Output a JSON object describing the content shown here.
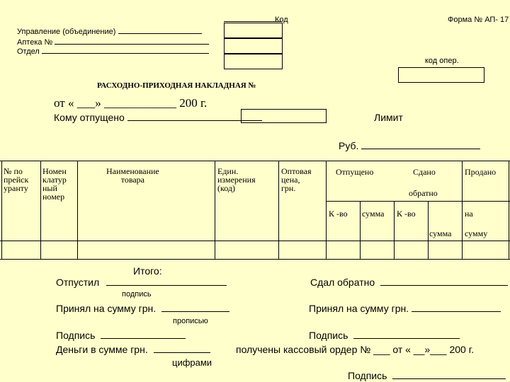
{
  "header": {
    "code_label": "Код",
    "form_label": "Форма № АП- 17",
    "management_label": "Управление (объединение)",
    "pharmacy_label": "Аптека №",
    "department_label": "Отдел",
    "oper_code_label": "код опер."
  },
  "title": {
    "text": "РАСХОДНО-ПРИХОДНАЯ НАКЛАДНАЯ №",
    "date_prefix": "от « ___» ____________ 200  г.",
    "to_whom_label": "Кому отпущено",
    "limit_label": "Лимит",
    "rub_label": "Руб."
  },
  "table": {
    "col_num": "№ по\nпрейск\nуранту",
    "col_nomenclature": "Номен\nклатур\nный\nномер",
    "col_name": "Наименование\nтовара",
    "col_unit": "Един.\nизмерения\n(код)",
    "col_price": "Оптовая\nцена,\nгрн.",
    "col_released": "Отпущено",
    "col_returned_1": "Сдано",
    "col_returned_2": "обратно",
    "col_sold_1": "Продано",
    "col_sold_2": "на",
    "col_sold_3": "сумму",
    "sub_qty_1": "К -во",
    "sub_sum_1": "сумма",
    "sub_qty_2": "К -во",
    "sub_sum_2": "сумма"
  },
  "footer": {
    "total_label": "Итого:",
    "released_label": "Отпустил",
    "signature_hint": "подпись",
    "returned_label": "Сдал обратно",
    "accepted_label": "Принял на сумму грн.",
    "accepted_label_right": "Принял на сумму грн.",
    "in_words_hint": "прописью",
    "signature_left": "Подпись",
    "signature_right": "Подпись",
    "cash_label": "Деньги в сумме грн.",
    "cash_order_text": "получены кассовый ордер № ___ от « __»___  200  г.",
    "in_digits_hint": "цифрами",
    "final_signature": "Подпись"
  }
}
